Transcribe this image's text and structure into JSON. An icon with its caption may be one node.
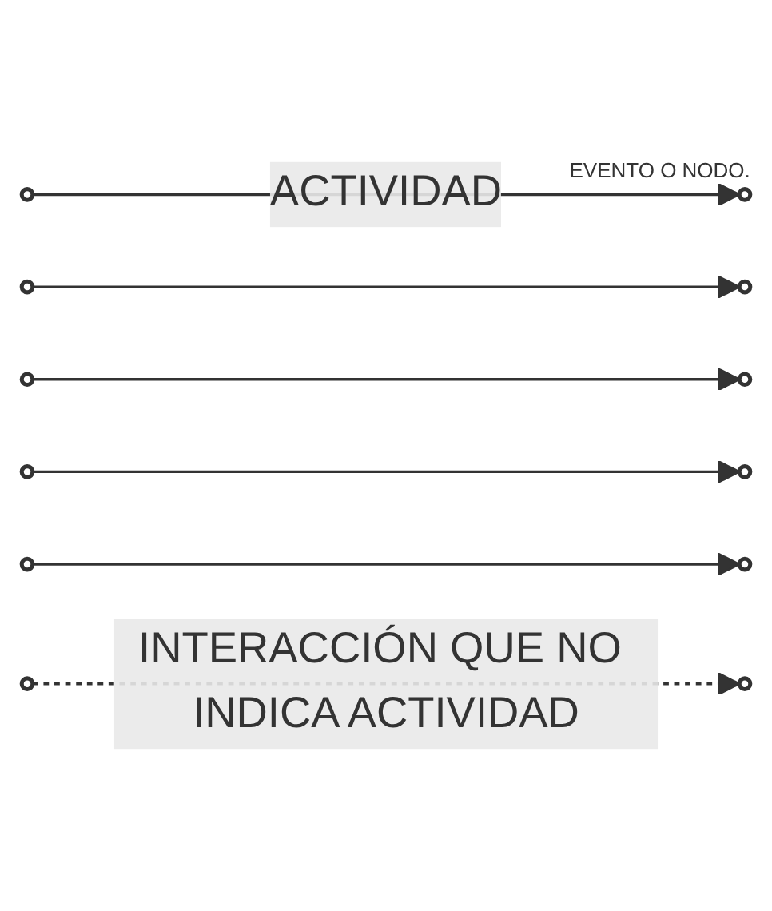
{
  "diagram": {
    "nodes": [
      {
        "text": [],
        "shape": "circle"
      },
      {
        "text": [],
        "shape": "circle",
        "beside": [
          "EVENTO O NODO."
        ]
      },
      {
        "text": [],
        "shape": "circle"
      },
      {
        "text": [],
        "shape": "circle"
      },
      {
        "text": [],
        "shape": "circle"
      },
      {
        "text": [],
        "shape": "circle"
      },
      {
        "text": [],
        "shape": "circle"
      },
      {
        "text": [],
        "shape": "circle"
      },
      {
        "text": [],
        "shape": "circle"
      },
      {
        "text": [],
        "shape": "circle"
      },
      {
        "text": [],
        "shape": "circle"
      },
      {
        "text": [],
        "shape": "circle"
      }
    ],
    "edges": [
      {
        "from": 0,
        "to": 1,
        "arrow": "to",
        "label": "ACTIVIDAD"
      },
      {
        "from": 3,
        "to": 2,
        "arrow": "to"
      },
      {
        "from": 4,
        "to": 9,
        "arrow": "to"
      },
      {
        "from": 5,
        "to": 6,
        "arrow": "to"
      },
      {
        "from": 7,
        "to": 8,
        "arrow": "to"
      },
      {
        "from": 10,
        "to": 11,
        "arrow": "to",
        "style": "dashed",
        "label": "INTERACCIÓN QUE NO INDICA ACTIVIDAD"
      }
    ]
  }
}
